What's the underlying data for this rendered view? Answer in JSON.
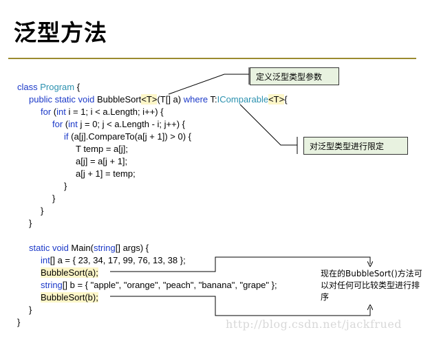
{
  "slide": {
    "title": "泛型方法",
    "callout_type_param": "定义泛型类型参数",
    "callout_constraint": "对泛型类型进行限定",
    "note": "现在的BubbleSort()方法可以对任何可比较类型进行排序",
    "watermark": "http://blog.csdn.net/jackfrued"
  },
  "code": {
    "l1": {
      "a": "class ",
      "b": "Program",
      "c": " {"
    },
    "l2": {
      "a": "public static void ",
      "b": "BubbleSort",
      "c": "<T>",
      "d": "(T[] a) ",
      "e": "where ",
      "f": "T:",
      "g": "IComparable",
      "h": "<T>",
      "i": "{"
    },
    "l3": {
      "a": "for ",
      "b": "(",
      "c": "int",
      "d": " i = 1; i < a.Length; i++) {"
    },
    "l4": {
      "a": "for ",
      "b": "(",
      "c": "int",
      "d": " j = 0; j < a.Length - i; j++) {"
    },
    "l5": {
      "a": "if ",
      "b": "(a[j].CompareTo(a[j + 1]) > 0) {"
    },
    "l6": "T temp = a[j];",
    "l7": "a[j] = a[j + 1];",
    "l8": "a[j + 1] = temp;",
    "l9": "}",
    "l10": "}",
    "l11": "}",
    "l12": "}",
    "l13": {
      "a": "static void ",
      "b": "Main(",
      "c": "string",
      "d": "[] args) {"
    },
    "l14": {
      "a": "int",
      "b": "[] a = { 23, 34, 17, 99, 76, 13, 38 };"
    },
    "l15": "BubbleSort(a);",
    "l16": {
      "a": "string",
      "b": "[] b = { ",
      "c": "\"apple\", \"orange\", \"peach\", \"banana\", \"grape\"",
      "d": " };"
    },
    "l17": "BubbleSort(b);",
    "l18": "}",
    "l19": "}"
  }
}
